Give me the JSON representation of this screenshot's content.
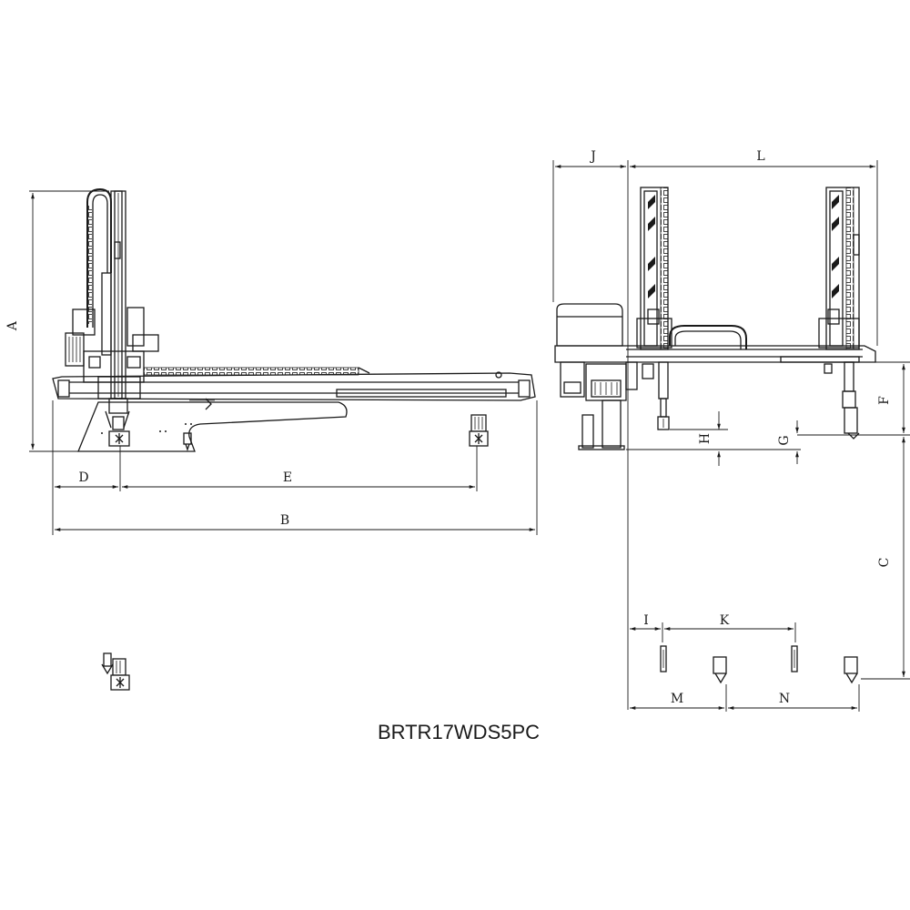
{
  "drawing": {
    "model_code": "BRTR17WDS5PC",
    "dimension_labels": {
      "A": "A",
      "B": "B",
      "C": "C",
      "D": "D",
      "E": "E",
      "F": "F",
      "G": "G",
      "H": "H",
      "I": "I",
      "J": "J",
      "K": "K",
      "L": "L",
      "M": "M",
      "N": "N"
    }
  }
}
